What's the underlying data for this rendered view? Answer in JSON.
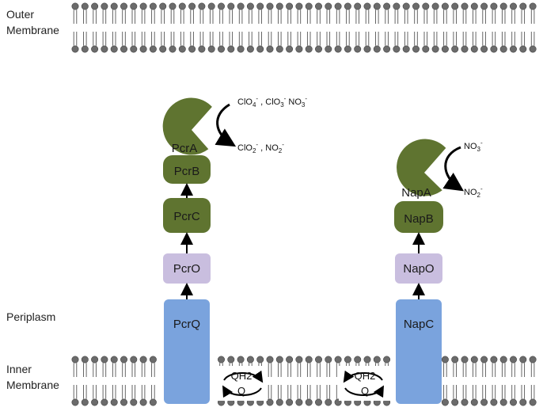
{
  "labels": {
    "outer_membrane": [
      "Outer",
      "Membrane"
    ],
    "periplasm": "Periplasm",
    "inner_membrane": [
      "Inner",
      "Membrane"
    ]
  },
  "pcr": {
    "PcrA": "PcrA",
    "PcrB": "PcrB",
    "PcrC": "PcrC",
    "PcrO": "PcrO",
    "PcrQ": "PcrQ",
    "substrates": [
      {
        "base": "ClO",
        "sub": "4",
        "sup": "-"
      },
      {
        "sep": " , "
      },
      {
        "base": "ClO",
        "sub": "3",
        "sup": "-"
      },
      {
        "sep": " "
      },
      {
        "base": "NO",
        "sub": "3",
        "sup": "-"
      }
    ],
    "products": [
      {
        "base": "ClO",
        "sub": "2",
        "sup": "-"
      },
      {
        "sep": " , "
      },
      {
        "base": "NO",
        "sub": "2",
        "sup": "-"
      }
    ]
  },
  "nap": {
    "NapA": "NapA",
    "NapB": "NapB",
    "NapO": "NapO",
    "NapC": "NapC",
    "substrate": {
      "base": "NO",
      "sub": "3",
      "sup": "-"
    },
    "product": {
      "base": "NO",
      "sub": "2",
      "sup": "-"
    }
  },
  "quinone": {
    "reduced": "QH2",
    "oxidized": "Q"
  },
  "colors": {
    "green": "#5f7430",
    "purple": "#c9bedf",
    "blue": "#7aa3dd",
    "lipid_head": "#6b6b6b"
  }
}
